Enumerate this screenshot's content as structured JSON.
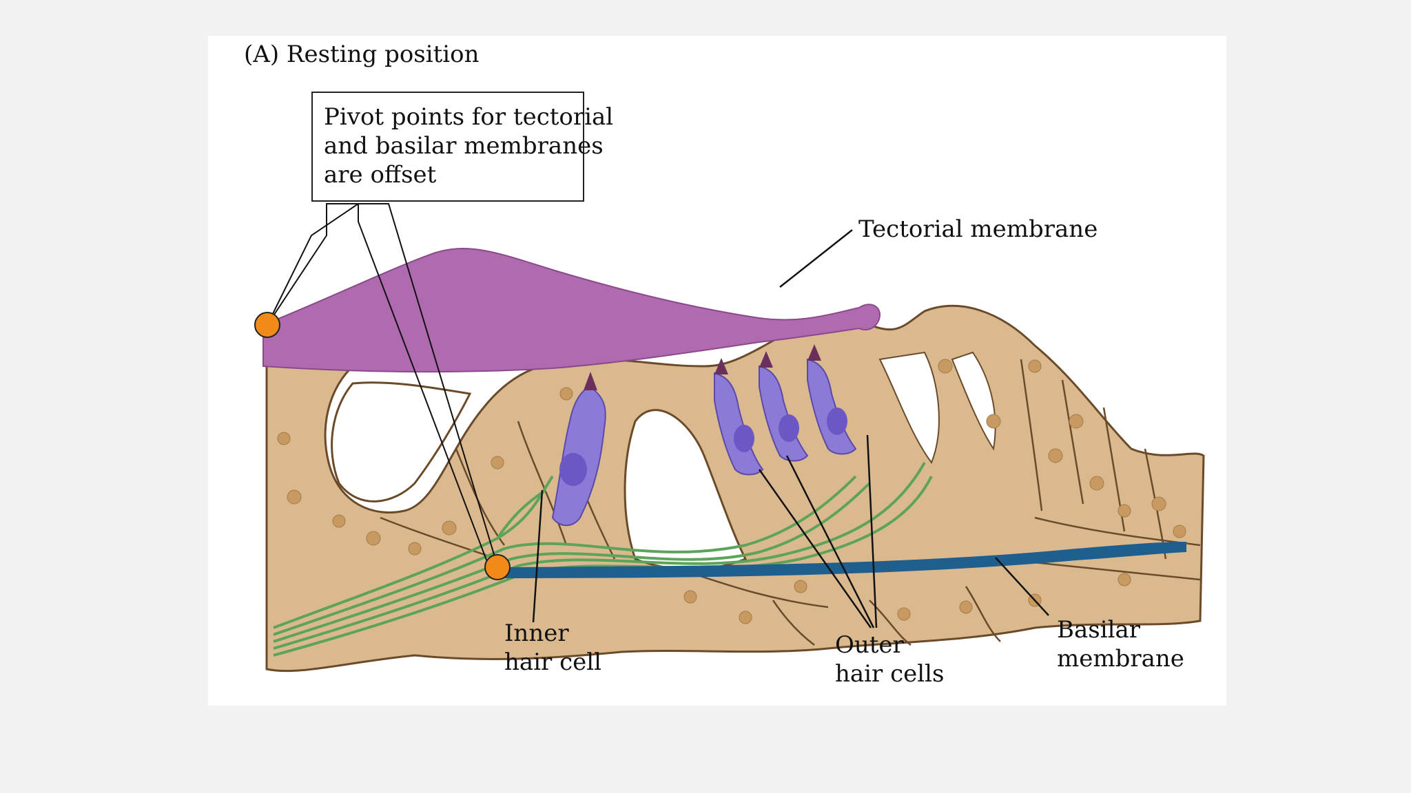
{
  "panel_title": "(A)  Resting position",
  "callout": {
    "lines": [
      "Pivot points for tectorial",
      "and basilar membranes",
      "are offset"
    ]
  },
  "labels": {
    "tectorial_membrane": "Tectorial membrane",
    "inner_hair_cell": [
      "Inner",
      "hair cell"
    ],
    "outer_hair_cells": [
      "Outer",
      "hair cells"
    ],
    "basilar_membrane": [
      "Basilar",
      "membrane"
    ]
  },
  "colors": {
    "tectorial_membrane": "#b06bb0",
    "tissue": "#dbb98f",
    "cell_outline": "#6b4a2a",
    "hair_cell": "#8c7ad6",
    "nucleus": "#6b58c4",
    "stereocilia": "#6b2f5e",
    "nerve_fibers": "#5ea35a",
    "basilar_membrane": "#1f5f8f",
    "pivot_point": "#f28a1a"
  }
}
